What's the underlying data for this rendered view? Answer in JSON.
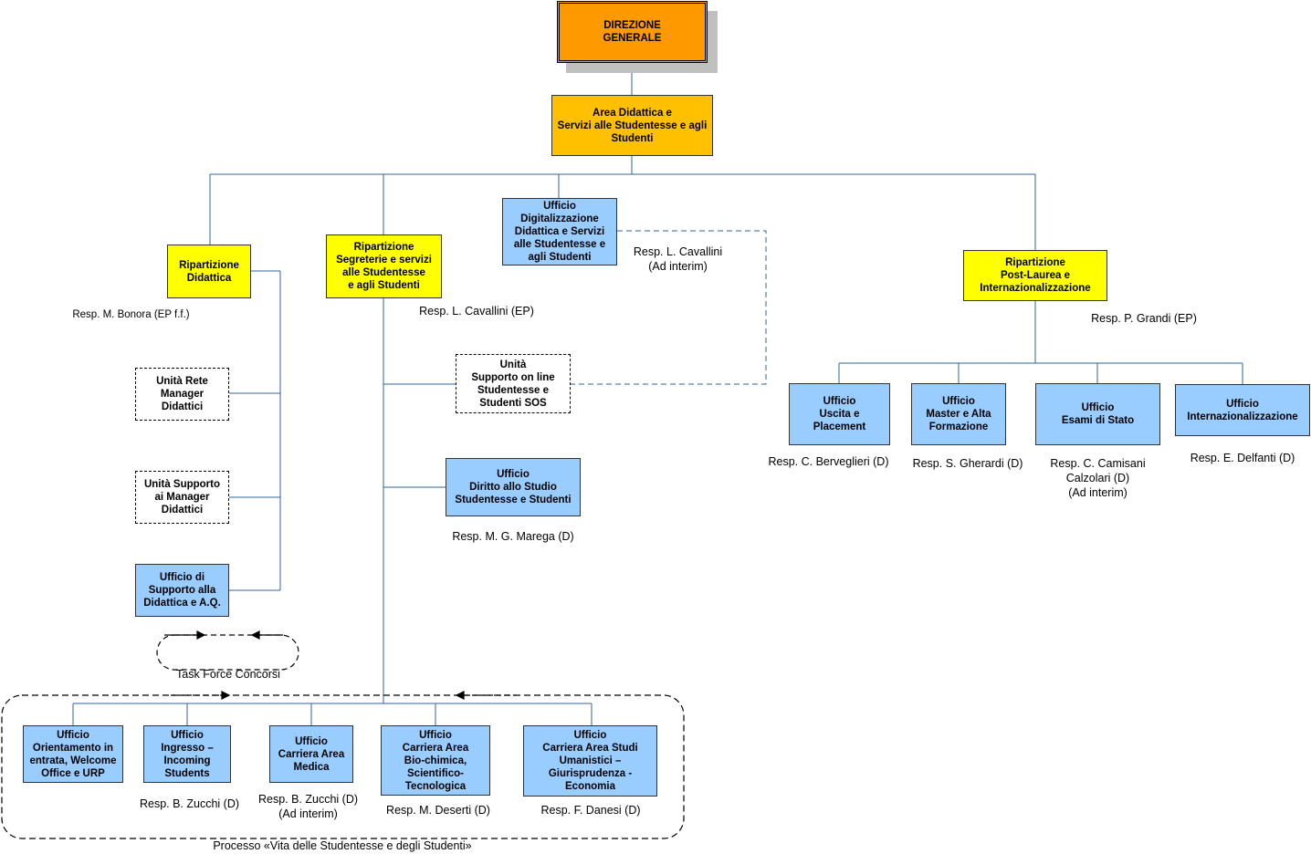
{
  "colors": {
    "blue_box": "#99ccff",
    "yellow_box": "#ffff00",
    "area_box": "#ffc000",
    "top_box": "#ff9900",
    "connector": "#336699"
  },
  "top": {
    "title": "DIREZIONE\nGENERALE"
  },
  "area": {
    "title": "Area Didattica e\nServizi alle Studentesse e agli\nStudenti"
  },
  "rip_didattica": {
    "title": "Ripartizione\nDidattica",
    "resp": "Resp. M. Bonora (EP f.f.)"
  },
  "rip_segreterie": {
    "title": "Ripartizione\nSegreterie e servizi\nalle Studentesse\ne agli Studenti",
    "resp": "Resp. L. Cavallini (EP)"
  },
  "uff_digitalizzazione": {
    "title": "Ufficio\nDigitalizzazione\nDidattica e Servizi\nalle Studentesse e\nagli Studenti",
    "resp": "Resp. L. Cavallini\n(Ad interim)"
  },
  "rip_postlaurea": {
    "title": "Ripartizione\nPost-Laurea e\nInternazionalizzazione",
    "resp": "Resp. P. Grandi (EP)"
  },
  "unita_rete": {
    "title": "Unità Rete\nManager\nDidattici"
  },
  "unita_supporto_manager": {
    "title": "Unità Supporto\nai Manager\nDidattici"
  },
  "uff_supporto_didattica": {
    "title": "Ufficio di\nSupporto alla\nDidattica e A.Q."
  },
  "task_force": {
    "label": "Task Force Concorsi"
  },
  "unita_sos": {
    "title": "Unità\nSupporto on line\nStudentesse e\nStudenti SOS"
  },
  "uff_diritto_studio": {
    "title": "Ufficio\nDiritto allo Studio\nStudentesse e Studenti",
    "resp": "Resp. M. G. Marega (D)"
  },
  "uff_uscita": {
    "title": "Ufficio\nUscita e\nPlacement",
    "resp": "Resp. C. Berveglieri (D)"
  },
  "uff_master": {
    "title": "Ufficio\nMaster e Alta\nFormazione",
    "resp": "Resp. S. Gherardi (D)"
  },
  "uff_esami": {
    "title": "Ufficio\nEsami di Stato",
    "resp": "Resp. C. Camisani\nCalzolari (D)\n(Ad interim)"
  },
  "uff_internaz": {
    "title": "Ufficio\nInternazionalizzazione",
    "resp": "Resp. E. Delfanti (D)"
  },
  "uff_orientamento": {
    "title": "Ufficio\nOrientamento in\nentrata, Welcome\nOffice e URP"
  },
  "uff_ingresso": {
    "title": "Ufficio\nIngresso –\nIncoming\nStudents",
    "resp": "Resp. B. Zucchi (D)"
  },
  "uff_medica": {
    "title": "Ufficio\nCarriera Area\nMedica",
    "resp": "Resp. B. Zucchi (D)\n(Ad interim)"
  },
  "uff_biochimica": {
    "title": "Ufficio\nCarriera Area\nBio-chimica,\nScientifico-\nTecnologica",
    "resp": "Resp. M. Deserti (D)"
  },
  "uff_umanistici": {
    "title": "Ufficio\nCarriera Area Studi\nUmanistici –\nGiurisprudenza -\nEconomia",
    "resp": "Resp. F. Danesi (D)"
  },
  "processo": {
    "label": "Processo «Vita delle Studentesse e degli Studenti»"
  }
}
